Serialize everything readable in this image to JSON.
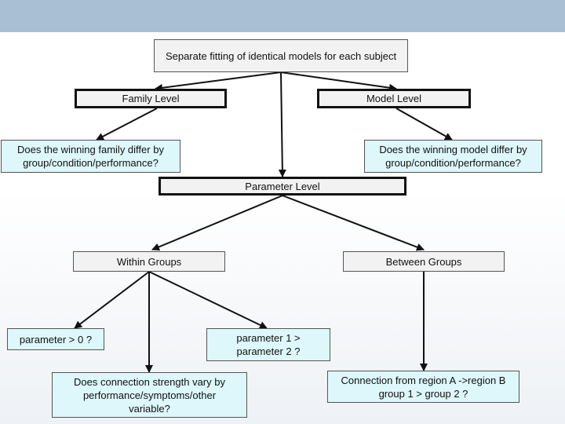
{
  "nodes": {
    "root": "Separate fitting of identical models for each subject",
    "family_level": "Family Level",
    "model_level": "Model Level",
    "family_question": "Does the winning family differ by group/condition/performance?",
    "model_question": "Does the winning model differ by group/condition/performance?",
    "parameter_level": "Parameter Level",
    "within_groups": "Within Groups",
    "between_groups": "Between Groups",
    "param_gt_zero": "parameter > 0 ?",
    "param_compare": "parameter 1 > parameter 2 ?",
    "connection_strength": "Does connection strength vary by performance/symptoms/other variable?",
    "connection_groups": "Connection from region A ->region B group 1 > group 2 ?"
  },
  "colors": {
    "header_bar": "#a9bfd3",
    "box_gray": "#f2f2f2",
    "box_cyan": "#ddf7fb",
    "arrow": "#111111"
  }
}
